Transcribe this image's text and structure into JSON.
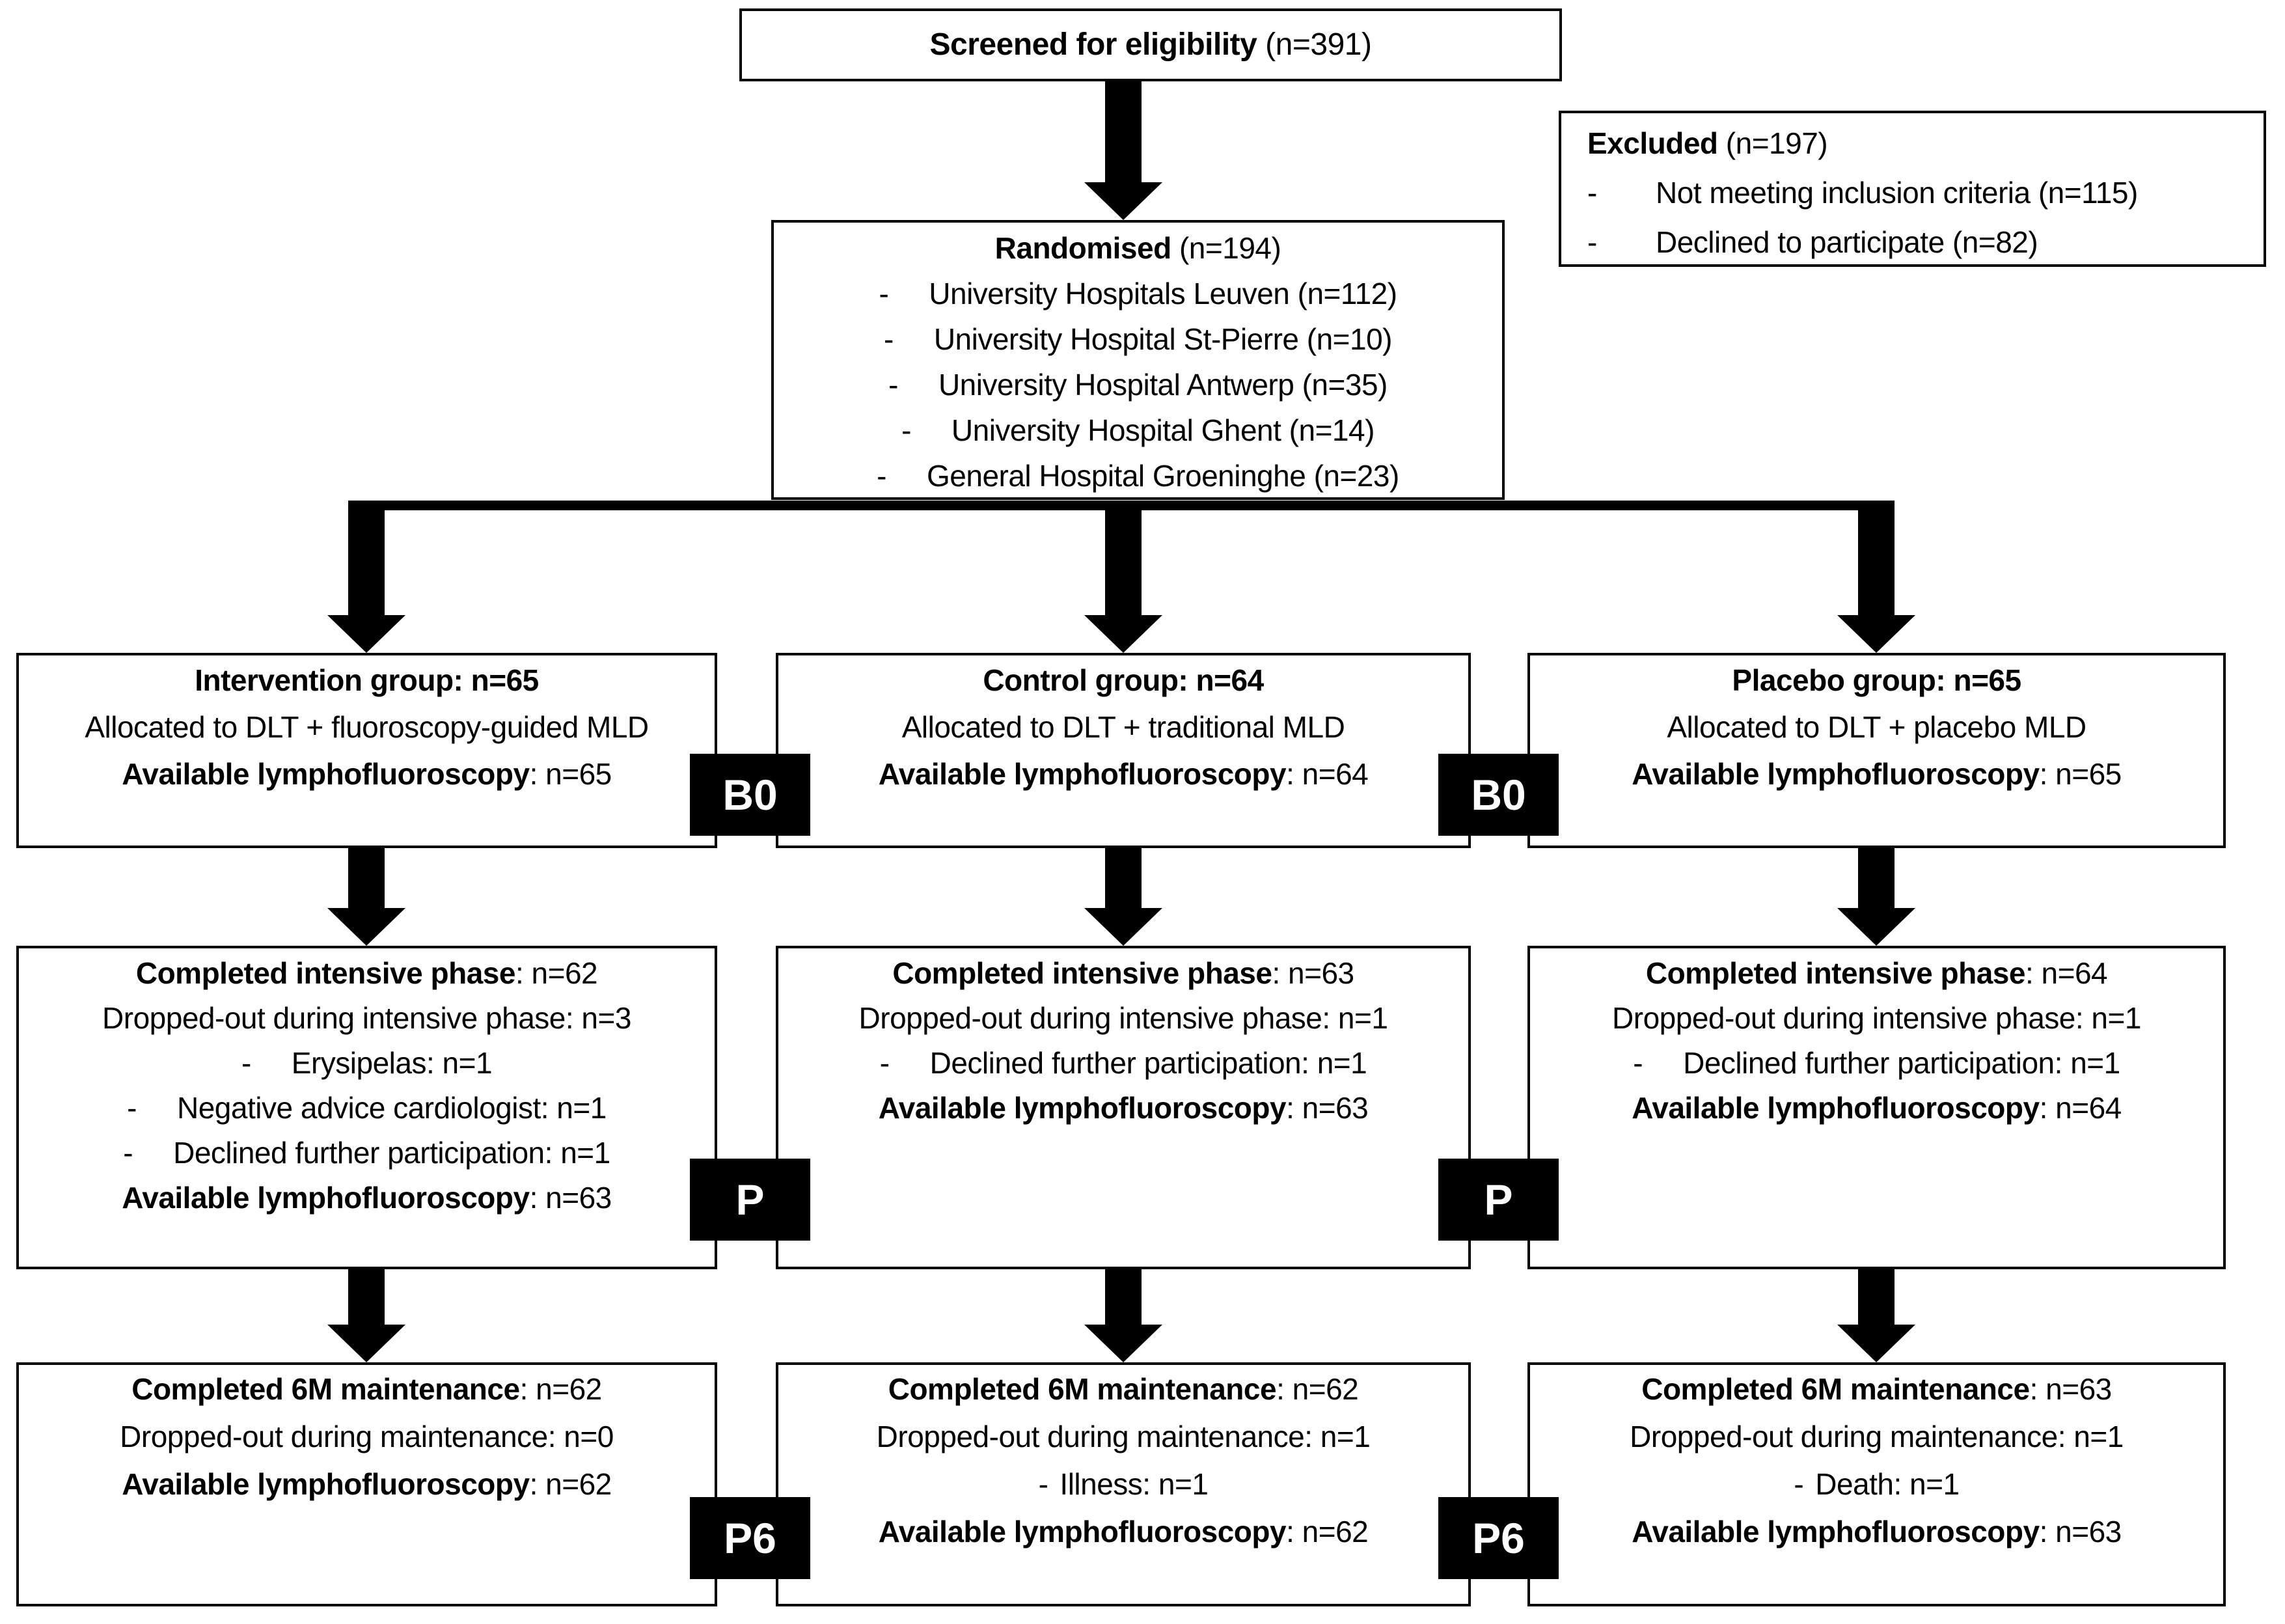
{
  "screened": {
    "label_bold": "Screened for eligibility",
    "label_rest": " (n=391)"
  },
  "excluded": {
    "label_bold": "Excluded",
    "label_rest": " (n=197)",
    "items": [
      "Not meeting inclusion criteria (n=115)",
      "Declined to participate (n=82)"
    ]
  },
  "randomised": {
    "label_bold": "Randomised",
    "label_rest": " (n=194)",
    "items": [
      "University Hospitals Leuven (n=112)",
      "University Hospital St-Pierre (n=10)",
      "University Hospital Antwerp (n=35)",
      "University Hospital Ghent (n=14)",
      "General Hospital Groeninghe (n=23)"
    ]
  },
  "dash": "-",
  "badges": {
    "baseline": "B0",
    "post_intensive": "P",
    "post_maintenance": "P6"
  },
  "columns": [
    {
      "allocation": {
        "title": "Intervention group: n=65",
        "subtitle": "Allocated to DLT + fluoroscopy-guided MLD",
        "available_bold": "Available lymphofluoroscopy",
        "available_rest": ": n=65"
      },
      "intensive": {
        "title_bold": "Completed intensive phase",
        "title_rest": ": n=62",
        "dropped": "Dropped-out during intensive phase: n=3",
        "reasons": [
          "Erysipelas: n=1",
          "Negative advice cardiologist: n=1",
          "Declined further participation: n=1"
        ],
        "available_bold": "Available lymphofluoroscopy",
        "available_rest": ": n=63"
      },
      "maintenance": {
        "title_bold": "Completed 6M maintenance",
        "title_rest": ": n=62",
        "dropped": "Dropped-out during maintenance: n=0",
        "reasons": [],
        "available_bold": "Available lymphofluoroscopy",
        "available_rest": ": n=62"
      }
    },
    {
      "allocation": {
        "title": "Control group: n=64",
        "subtitle": "Allocated to DLT + traditional MLD",
        "available_bold": "Available lymphofluoroscopy",
        "available_rest": ": n=64"
      },
      "intensive": {
        "title_bold": "Completed intensive phase",
        "title_rest": ": n=63",
        "dropped": "Dropped-out during intensive phase: n=1",
        "reasons": [
          "Declined further participation: n=1"
        ],
        "available_bold": "Available lymphofluoroscopy",
        "available_rest": ": n=63"
      },
      "maintenance": {
        "title_bold": "Completed 6M maintenance",
        "title_rest": ": n=62",
        "dropped": "Dropped-out during maintenance: n=1",
        "reasons": [
          "Illness: n=1"
        ],
        "available_bold": "Available lymphofluoroscopy",
        "available_rest": ": n=62"
      }
    },
    {
      "allocation": {
        "title": "Placebo group: n=65",
        "subtitle": "Allocated to DLT + placebo MLD",
        "available_bold": "Available lymphofluoroscopy",
        "available_rest": ": n=65"
      },
      "intensive": {
        "title_bold": "Completed intensive phase",
        "title_rest": ": n=64",
        "dropped": "Dropped-out during intensive phase: n=1",
        "reasons": [
          "Declined further participation: n=1"
        ],
        "available_bold": "Available lymphofluoroscopy",
        "available_rest": ": n=64"
      },
      "maintenance": {
        "title_bold": "Completed 6M maintenance",
        "title_rest": ": n=63",
        "dropped": "Dropped-out during maintenance: n=1",
        "reasons": [
          "Death: n=1"
        ],
        "available_bold": "Available lymphofluoroscopy",
        "available_rest": ": n=63"
      }
    }
  ],
  "colors": {
    "background": "#ffffff",
    "text": "#000000",
    "box_border": "#000000",
    "badge_bg": "#000000",
    "badge_text": "#ffffff"
  }
}
